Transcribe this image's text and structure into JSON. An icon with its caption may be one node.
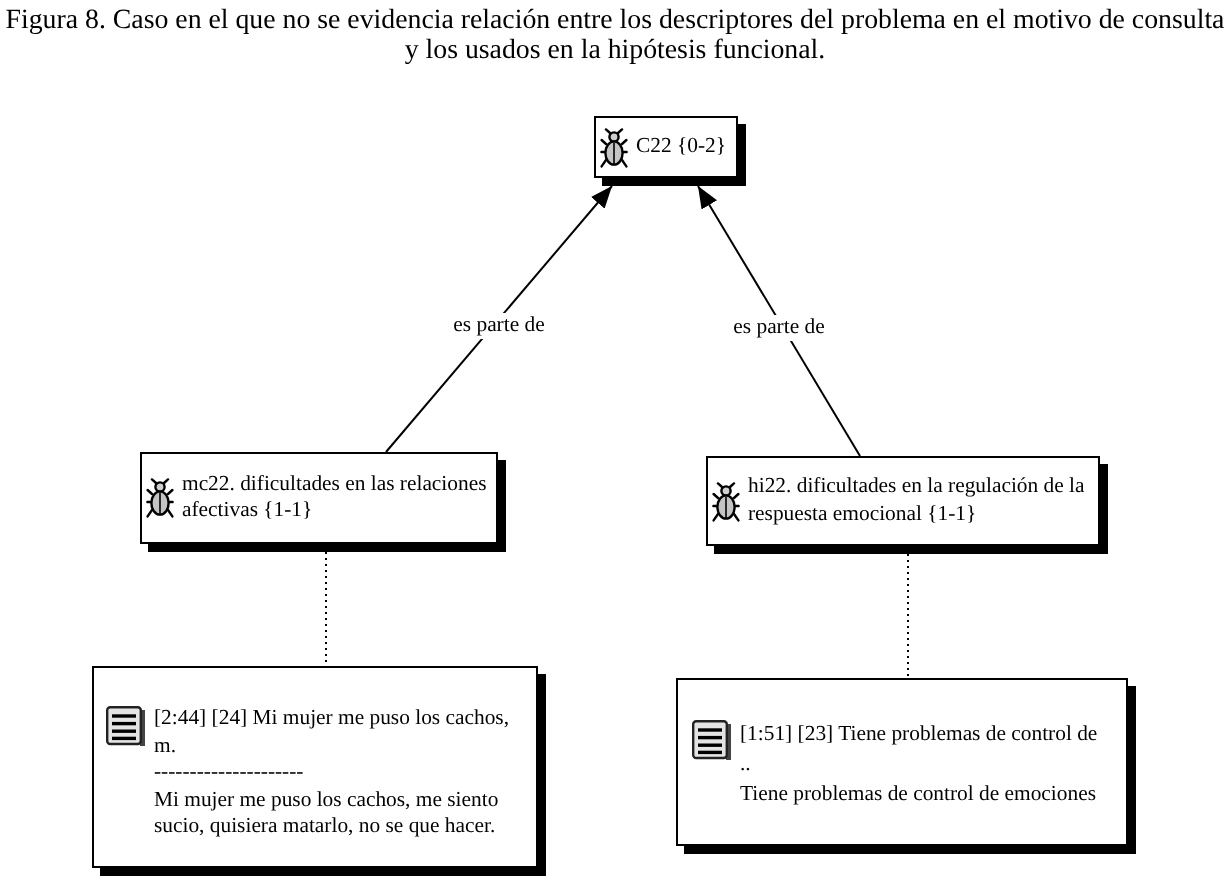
{
  "diagram": {
    "title": "Figura 8. Caso en el que no se evidencia relación entre los descriptores del problema en el motivo de consulta y los usados en la hipótesis funcional.",
    "nodes": [
      {
        "text": [
          "C22 {0-2}"
        ]
      },
      {
        "text": [
          "mc22. dificultades en las relaciones afectivas {1-1}"
        ]
      },
      {
        "text": [
          "hi22. dificultades en la regulación de la respuesta emocional {1-1}"
        ]
      },
      {
        "text": [
          "[2:44] [24] Mi mujer me puso los cachos, m.",
          "---------------------",
          "Mi mujer me puso los cachos, me siento sucio, quisiera matarlo, no se que hacer."
        ]
      },
      {
        "text": [
          "[1:51] [23] Tiene problemas de control de",
          "..",
          "Tiene problemas de control de emociones"
        ]
      }
    ],
    "edges": [
      {
        "from": 1,
        "to": 0,
        "arrow": "to",
        "label": "es parte de"
      },
      {
        "from": 2,
        "to": 0,
        "arrow": "to",
        "label": "es parte de"
      },
      {
        "from": 1,
        "to": 3,
        "arrow": "none",
        "style": "dashed"
      },
      {
        "from": 2,
        "to": 4,
        "arrow": "none",
        "style": "dashed"
      }
    ]
  }
}
